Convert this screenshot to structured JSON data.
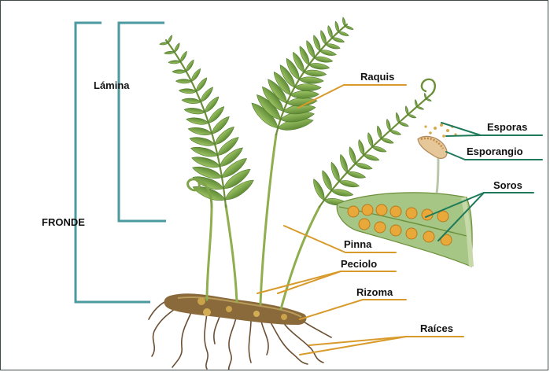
{
  "diagram": {
    "labels": {
      "fronde": "FRONDE",
      "lamina": "Lámina",
      "raquis": "Raquis",
      "esporas": "Esporas",
      "esporangio": "Esporangio",
      "soros": "Soros",
      "pinna": "Pinna",
      "peciolo": "Peciolo",
      "rizoma": "Rizoma",
      "raices": "Raíces"
    },
    "colors": {
      "bracket": "#4a9aa0",
      "leader_orange": "#d89a2a",
      "leader_green": "#1f7a5a",
      "frond_green": "#5f8a3a",
      "frond_light": "#8fb35a",
      "sorus": "#e8a83a",
      "rhizome": "#8a6a3a",
      "root": "#6b4f33"
    }
  }
}
